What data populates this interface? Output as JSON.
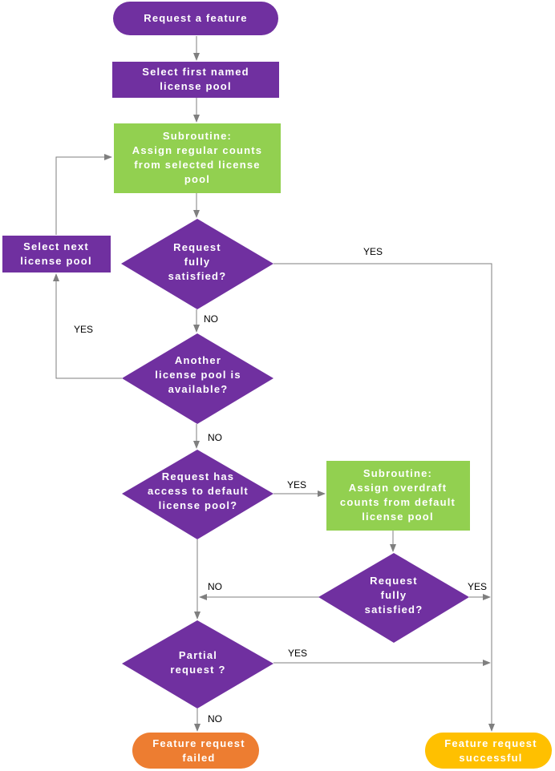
{
  "colors": {
    "purple": "#7030a0",
    "green": "#92d050",
    "orange": "#ed7d31",
    "yellow": "#ffc000",
    "connector": "#7f7f7f"
  },
  "nodes": {
    "start": {
      "lines": [
        "Request a feature"
      ]
    },
    "select_first": {
      "lines": [
        "Select first named",
        "license pool"
      ]
    },
    "sub_regular": {
      "lines": [
        "Subroutine:",
        "Assign regular counts",
        "from selected license",
        "pool"
      ]
    },
    "select_next": {
      "lines": [
        "Select next",
        "license pool"
      ]
    },
    "dec_satisfied1": {
      "lines": [
        "Request",
        "fully",
        "satisfied?"
      ]
    },
    "dec_another": {
      "lines": [
        "Another",
        "license pool is",
        "available?"
      ]
    },
    "dec_default": {
      "lines": [
        "Request has",
        "access to default",
        "license pool?"
      ]
    },
    "sub_overdraft": {
      "lines": [
        "Subroutine:",
        "Assign overdraft",
        "counts from default",
        "license pool"
      ]
    },
    "dec_satisfied2": {
      "lines": [
        "Request",
        "fully",
        "satisfied?"
      ]
    },
    "dec_partial": {
      "lines": [
        "Partial",
        "request ?"
      ]
    },
    "end_failed": {
      "lines": [
        "Feature request",
        "failed"
      ]
    },
    "end_success": {
      "lines": [
        "Feature request",
        "successful"
      ]
    }
  },
  "edge_labels": {
    "yes_satisfied1": "YES",
    "no_satisfied1": "NO",
    "yes_another": "YES",
    "no_another": "NO",
    "yes_default": "YES",
    "no_satisfied2": "NO",
    "yes_satisfied2": "YES",
    "yes_partial": "YES",
    "no_partial": "NO"
  }
}
